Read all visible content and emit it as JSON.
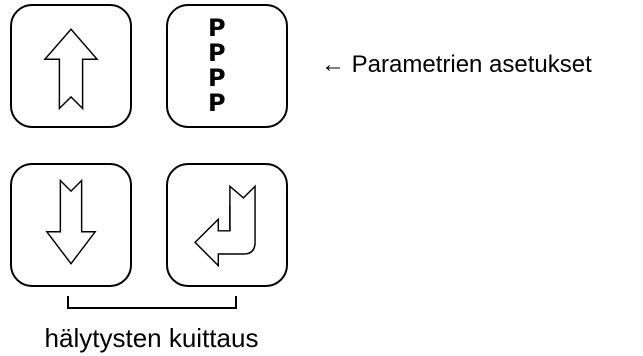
{
  "keypad": {
    "keys": [
      {
        "icon": "up-arrow-icon"
      },
      {
        "icon": "parameter-icon",
        "letters": [
          "P",
          "P",
          "P",
          "P"
        ]
      },
      {
        "icon": "down-arrow-icon"
      },
      {
        "icon": "enter-return-icon"
      }
    ]
  },
  "labels": {
    "parameters": "← Parametrien asetukset",
    "acknowledge": "hälytysten kuittaus"
  },
  "colors": {
    "line": "#000000",
    "background": "#ffffff"
  }
}
